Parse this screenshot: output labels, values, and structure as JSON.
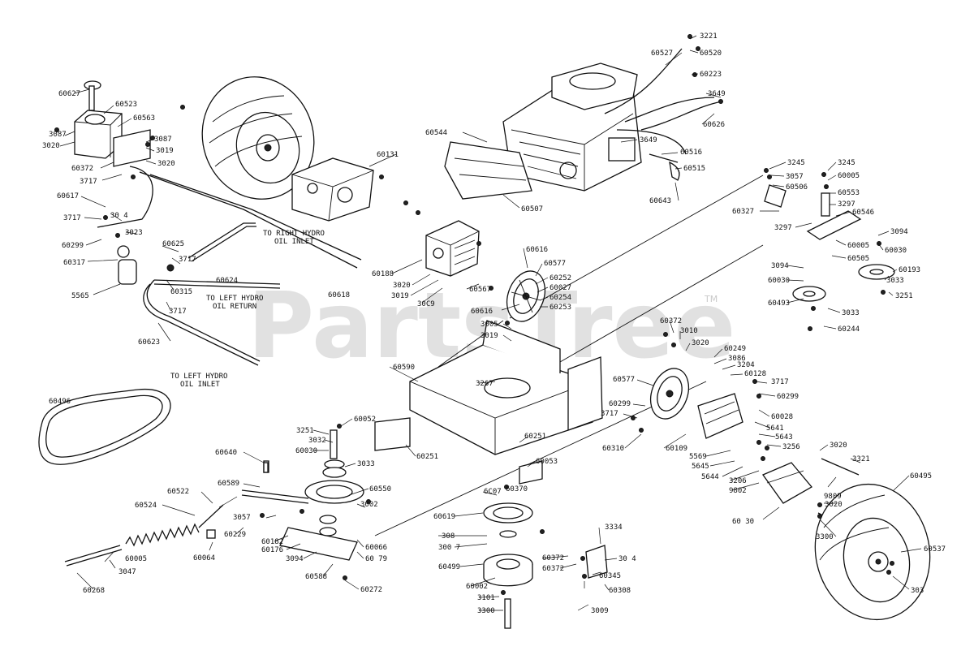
{
  "watermark": {
    "text": "PartsTree",
    "trademark": "TM"
  },
  "notes": {
    "right_hydro_inlet": [
      "TO RIGHT HYDRO",
      "OIL INLET"
    ],
    "left_hydro_return": [
      "TO LEFT HYDRO",
      "OIL RETURN"
    ],
    "left_hydro_inlet": [
      "TO LEFT HYDRO",
      "OIL INLET"
    ]
  },
  "callouts": [
    "60627",
    "60523",
    "60563",
    "3087",
    "3020",
    "3087",
    "3019",
    "3020",
    "60372",
    "3717",
    "60617",
    "3717",
    "30 4",
    "3023",
    "60299",
    "60317",
    "5565",
    "60315",
    "3717",
    "3717",
    "60625",
    "60624",
    "60618",
    "60623",
    "60131",
    "60188",
    "3020",
    "3019",
    "30C9",
    "60567",
    "60616",
    "60577",
    "60252",
    "60027",
    "60254",
    "60253",
    "60616",
    "3005",
    "3019",
    "60544",
    "60527",
    "3221",
    "60520",
    "60223",
    "3649",
    "60626",
    "3649",
    "60516",
    "60515",
    "60643",
    "60507",
    "3245",
    "3057",
    "60506",
    "60327",
    "3297",
    "3245",
    "60005",
    "60553",
    "3297",
    "60546",
    "3094",
    "60030",
    "60005",
    "60505",
    "3094",
    "60193",
    "60030",
    "3033",
    "60493",
    "3033",
    "3251",
    "60244",
    "60372",
    "3010",
    "3020",
    "60249",
    "3086",
    "3204",
    "60128",
    "3717",
    "60299",
    "60028",
    "60577",
    "60299",
    "3717",
    "60310",
    "60109",
    "5641",
    "5643",
    "3256",
    "5569",
    "5645",
    "5644",
    "3206",
    "9802",
    "3020",
    "3321",
    "60590",
    "3267",
    "60251",
    "60251",
    "60053",
    "60496",
    "3251",
    "60052",
    "3032",
    "60030",
    "3033",
    "60550",
    "6C07",
    "60370",
    "60640",
    "60589",
    "60522",
    "60524",
    "3057",
    "60229",
    "60182",
    "60176",
    "60064",
    "3094",
    "60588",
    "60005",
    "3047",
    "60268",
    "3002",
    "60066",
    "60 79",
    "60272",
    "60619",
    "308",
    "300 7",
    "60499",
    "60002",
    "3101",
    "3300",
    "60372",
    "60372",
    "3334",
    "30 4",
    "60345",
    "60308",
    "3009",
    "9809",
    "60 30",
    "3020",
    "3300",
    "60495",
    "60537",
    "303"
  ]
}
